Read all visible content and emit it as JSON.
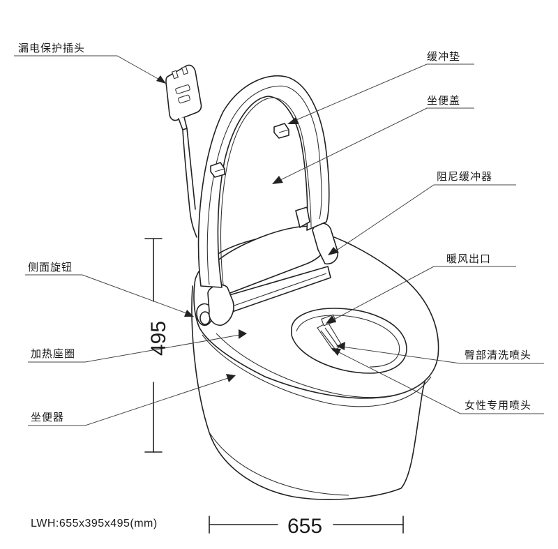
{
  "labels": {
    "leakage_plug": "漏电保护插头",
    "buffer_pad": "缓冲垫",
    "seat_cover": "坐便盖",
    "damper": "阻尼缓冲器",
    "warm_air_outlet": "暖风出口",
    "side_knob": "侧面旋钮",
    "buttock_nozzle": "臀部清洗喷头",
    "heated_seat": "加热座圈",
    "female_nozzle": "女性专用喷头",
    "toilet_body": "坐便器"
  },
  "dimensions": {
    "height": "495",
    "length": "655",
    "lwh": "LWH:655x395x495(mm)"
  },
  "icons": {
    "arrow": "arrow-head-icon"
  }
}
